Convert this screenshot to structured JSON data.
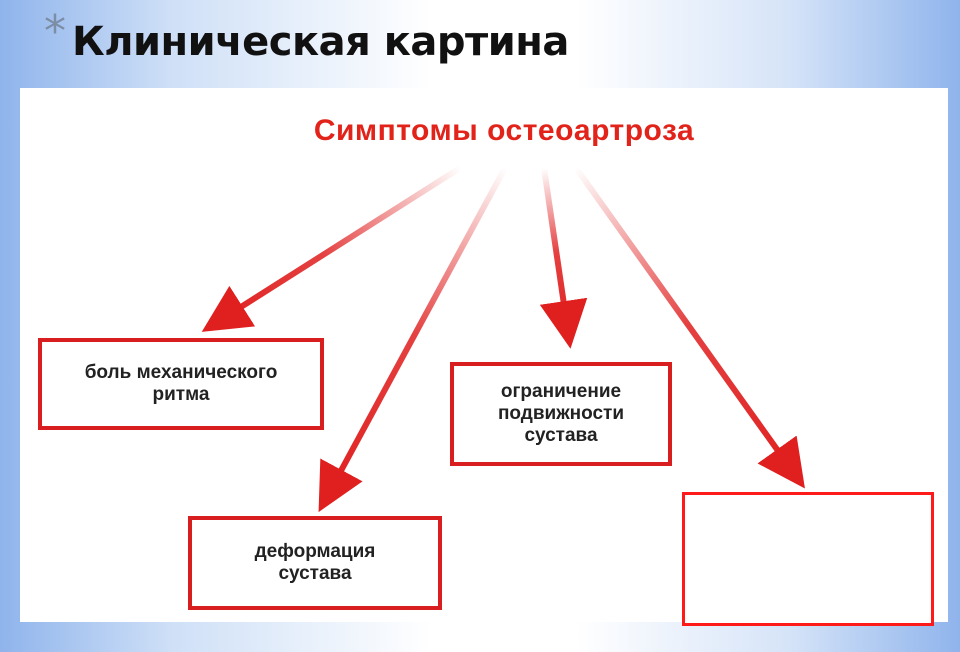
{
  "slide": {
    "bullet": "*",
    "title": "Клиническая картина"
  },
  "diagram": {
    "title": "Симптомы остеоартроза",
    "boxes": [
      {
        "label": "боль механического\nритма"
      },
      {
        "label": "ограничение\nподвижности\nсустава"
      },
      {
        "label": "деформация\nсустава"
      },
      {
        "label": ""
      }
    ],
    "colors": {
      "accent": "#e2231a",
      "box_border": "#d81e1e",
      "empty_box_border": "#ff1a1a"
    }
  }
}
